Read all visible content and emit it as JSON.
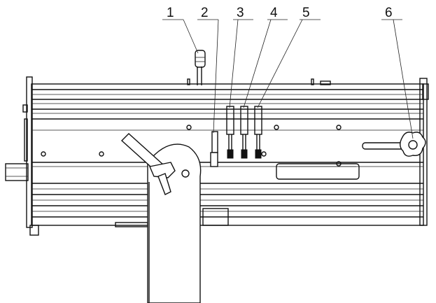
{
  "callouts": [
    {
      "number": "1",
      "target": "top-adjustment-knob"
    },
    {
      "number": "2",
      "target": "slider-lever-2"
    },
    {
      "number": "3",
      "target": "slider-lever-3"
    },
    {
      "number": "4",
      "target": "slider-lever-4"
    },
    {
      "number": "5",
      "target": "slider-lever-5"
    },
    {
      "number": "6",
      "target": "star-knob"
    }
  ],
  "colors": {
    "line": "#111111",
    "background": "#ffffff"
  }
}
